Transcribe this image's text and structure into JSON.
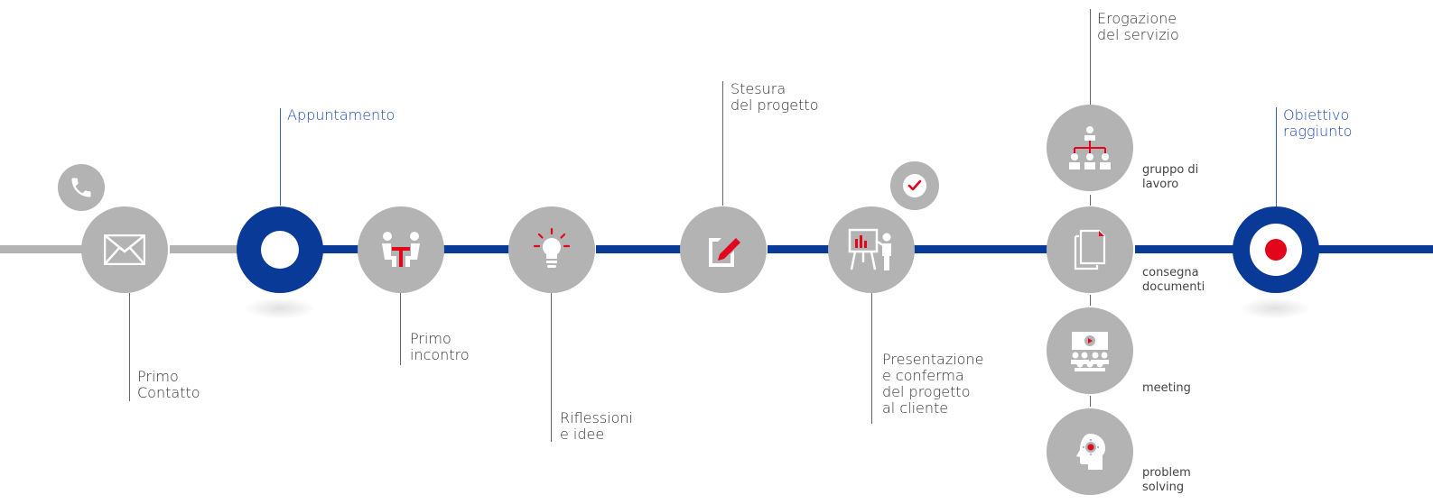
{
  "colors": {
    "primary_blue": "#0a3a97",
    "gray": "#b3b3b3",
    "accent_red": "#e3051b",
    "text": "#333333"
  },
  "steps": {
    "primo_contatto": "Primo\nContatto",
    "appuntamento": "Appuntamento",
    "primo_incontro": "Primo\nincontro",
    "riflessioni": "Riflessioni\ne idee",
    "stesura": "Stesura\ndel progetto",
    "presentazione": "Presentazione\ne conferma\ndel progetto\nal cliente",
    "erogazione": "Erogazione\ndel servizio",
    "obiettivo": "Obiettivo\nraggiunto"
  },
  "services": {
    "gruppo": "gruppo di\nlavoro",
    "consegna": "consegna\ndocumenti",
    "meeting": "meeting",
    "problem": "problem\nsolving"
  },
  "icons": [
    "phone-icon",
    "envelope-icon",
    "meeting-table-icon",
    "lightbulb-icon",
    "edit-document-icon",
    "presentation-icon",
    "checkmark-icon",
    "org-chart-icon",
    "documents-icon",
    "video-meeting-icon",
    "head-gear-icon",
    "target-icon"
  ]
}
